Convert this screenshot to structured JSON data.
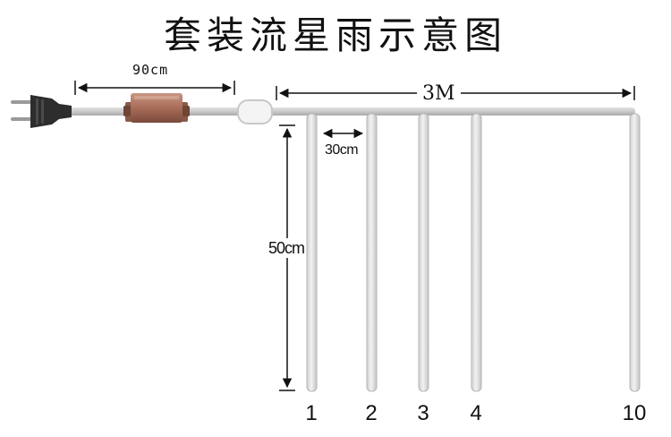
{
  "title": "套装流星雨示意图",
  "dimensions": {
    "controller_cable": "90cm",
    "total_length": "3M",
    "spacing": "30cm",
    "tube_length": "50cm"
  },
  "tubes": [
    {
      "label": "1"
    },
    {
      "label": "2"
    },
    {
      "label": "3"
    },
    {
      "label": "4"
    },
    {
      "label": "10"
    }
  ],
  "colors": {
    "tube_fill": "#e6e6e6",
    "tube_edge": "#b5b5b5",
    "cable": "#c8c8c8",
    "controller": "#b07a67",
    "plug": "#2d2d2d",
    "line": "#111111"
  }
}
